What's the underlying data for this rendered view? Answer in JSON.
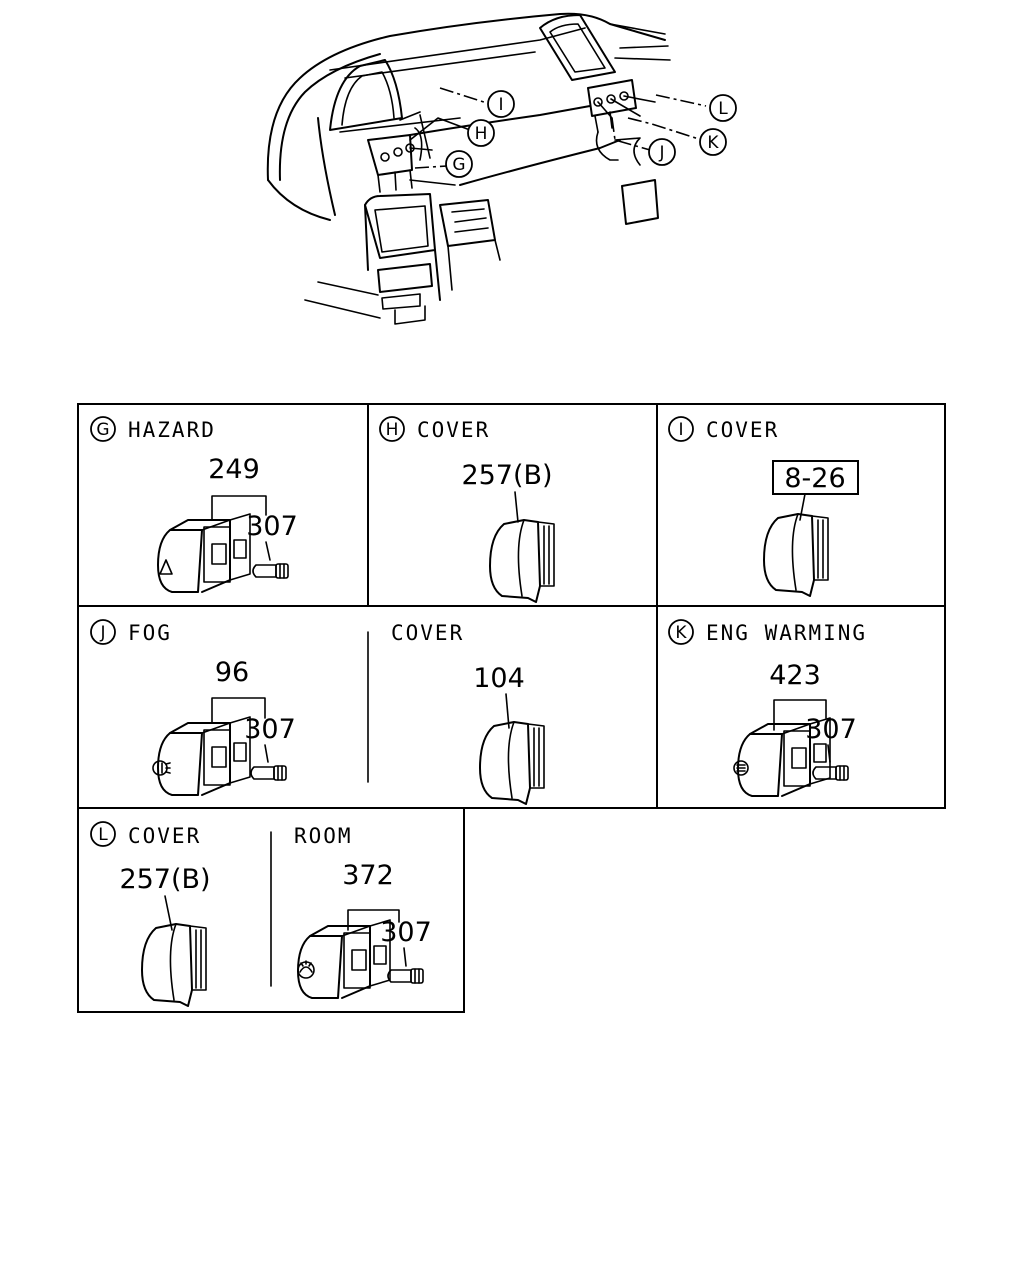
{
  "overview": {
    "callouts": {
      "G": "G",
      "H": "H",
      "I": "I",
      "J": "J",
      "K": "K",
      "L": "L"
    }
  },
  "panels": {
    "G": {
      "letter": "G",
      "title": "HAZARD",
      "part": "249",
      "bulb": "307"
    },
    "H": {
      "letter": "H",
      "title": "COVER",
      "part": "257(B)"
    },
    "I": {
      "letter": "I",
      "title": "COVER",
      "ref": "8-26"
    },
    "J": {
      "letter": "J",
      "title": "FOG",
      "part": "96",
      "bulb": "307",
      "sub_title": "COVER",
      "sub_part": "104"
    },
    "K": {
      "letter": "K",
      "title": "ENG WARMING",
      "part": "423",
      "bulb": "307"
    },
    "L": {
      "letter": "L",
      "title": "COVER",
      "part": "257(B)",
      "sub_title": "ROOM",
      "sub_part": "372",
      "sub_bulb": "307"
    }
  }
}
